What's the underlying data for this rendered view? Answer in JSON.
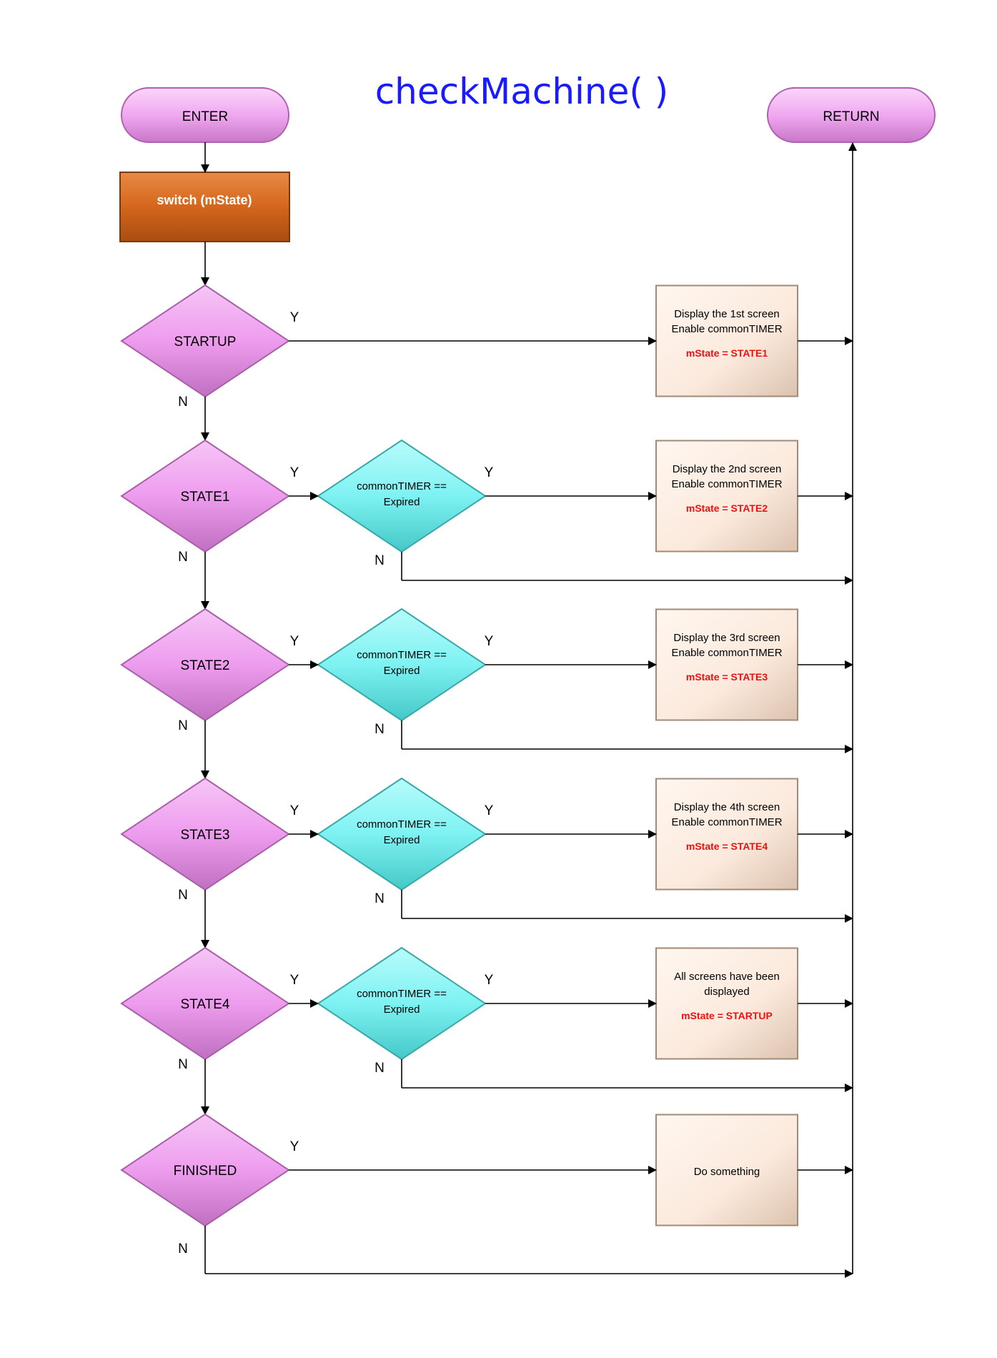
{
  "title": "checkMachine( )",
  "terminals": {
    "enter": "ENTER",
    "return": "RETURN"
  },
  "switch_label": "switch (mState)",
  "colors": {
    "title": "#1a1aff",
    "terminal_fill": "#f0a8f0",
    "state_fill": "#ee9cee",
    "timer_fill": "#7ef2f2",
    "switch_fill": "#d4661c",
    "action_fill": "#fbe9dc",
    "action_highlight": "#ee1111",
    "line": "#000000"
  },
  "labels": {
    "yes": "Y",
    "no": "N"
  },
  "states": [
    {
      "name": "STARTUP",
      "has_timer": false,
      "action": {
        "lines": [
          "Display the 1st screen",
          "Enable commonTIMER"
        ],
        "highlight": "mState = STATE1"
      }
    },
    {
      "name": "STATE1",
      "has_timer": true,
      "timer": [
        "commonTIMER ==",
        "Expired"
      ],
      "action": {
        "lines": [
          "Display the 2nd screen",
          "Enable commonTIMER"
        ],
        "highlight": "mState = STATE2"
      }
    },
    {
      "name": "STATE2",
      "has_timer": true,
      "timer": [
        "commonTIMER ==",
        "Expired"
      ],
      "action": {
        "lines": [
          "Display the 3rd screen",
          "Enable commonTIMER"
        ],
        "highlight": "mState = STATE3"
      }
    },
    {
      "name": "STATE3",
      "has_timer": true,
      "timer": [
        "commonTIMER ==",
        "Expired"
      ],
      "action": {
        "lines": [
          "Display the 4th screen",
          "Enable commonTIMER"
        ],
        "highlight": "mState = STATE4"
      }
    },
    {
      "name": "STATE4",
      "has_timer": true,
      "timer": [
        "commonTIMER ==",
        "Expired"
      ],
      "action": {
        "lines": [
          "All screens have been",
          "displayed"
        ],
        "highlight": "mState = STARTUP"
      }
    },
    {
      "name": "FINISHED",
      "has_timer": false,
      "action": {
        "lines": [
          "Do something"
        ],
        "highlight": ""
      }
    }
  ]
}
